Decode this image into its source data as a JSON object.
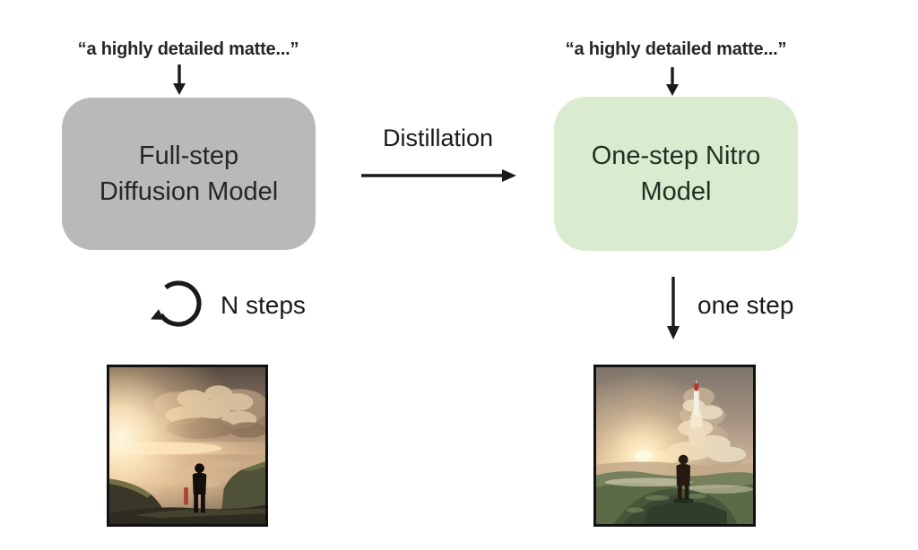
{
  "diagram": {
    "left": {
      "prompt": "“a highly detailed matte...”",
      "box_line1": "Full-step",
      "box_line2": "Diffusion Model",
      "loop_label": "N steps"
    },
    "center": {
      "arrow_label": "Distillation"
    },
    "right": {
      "prompt": "“a highly detailed matte...”",
      "box_line1": "One-step Nitro",
      "box_line2": "Model",
      "step_label": "one step"
    }
  },
  "colors": {
    "background": "#ffffff",
    "box-gray": "#b9b9b9",
    "box-green": "#d9ecd0",
    "gray-box-text": "#262626",
    "green-box-text": "#1f3122",
    "arrow": "#1a1a1a",
    "image-border": "#111111"
  }
}
